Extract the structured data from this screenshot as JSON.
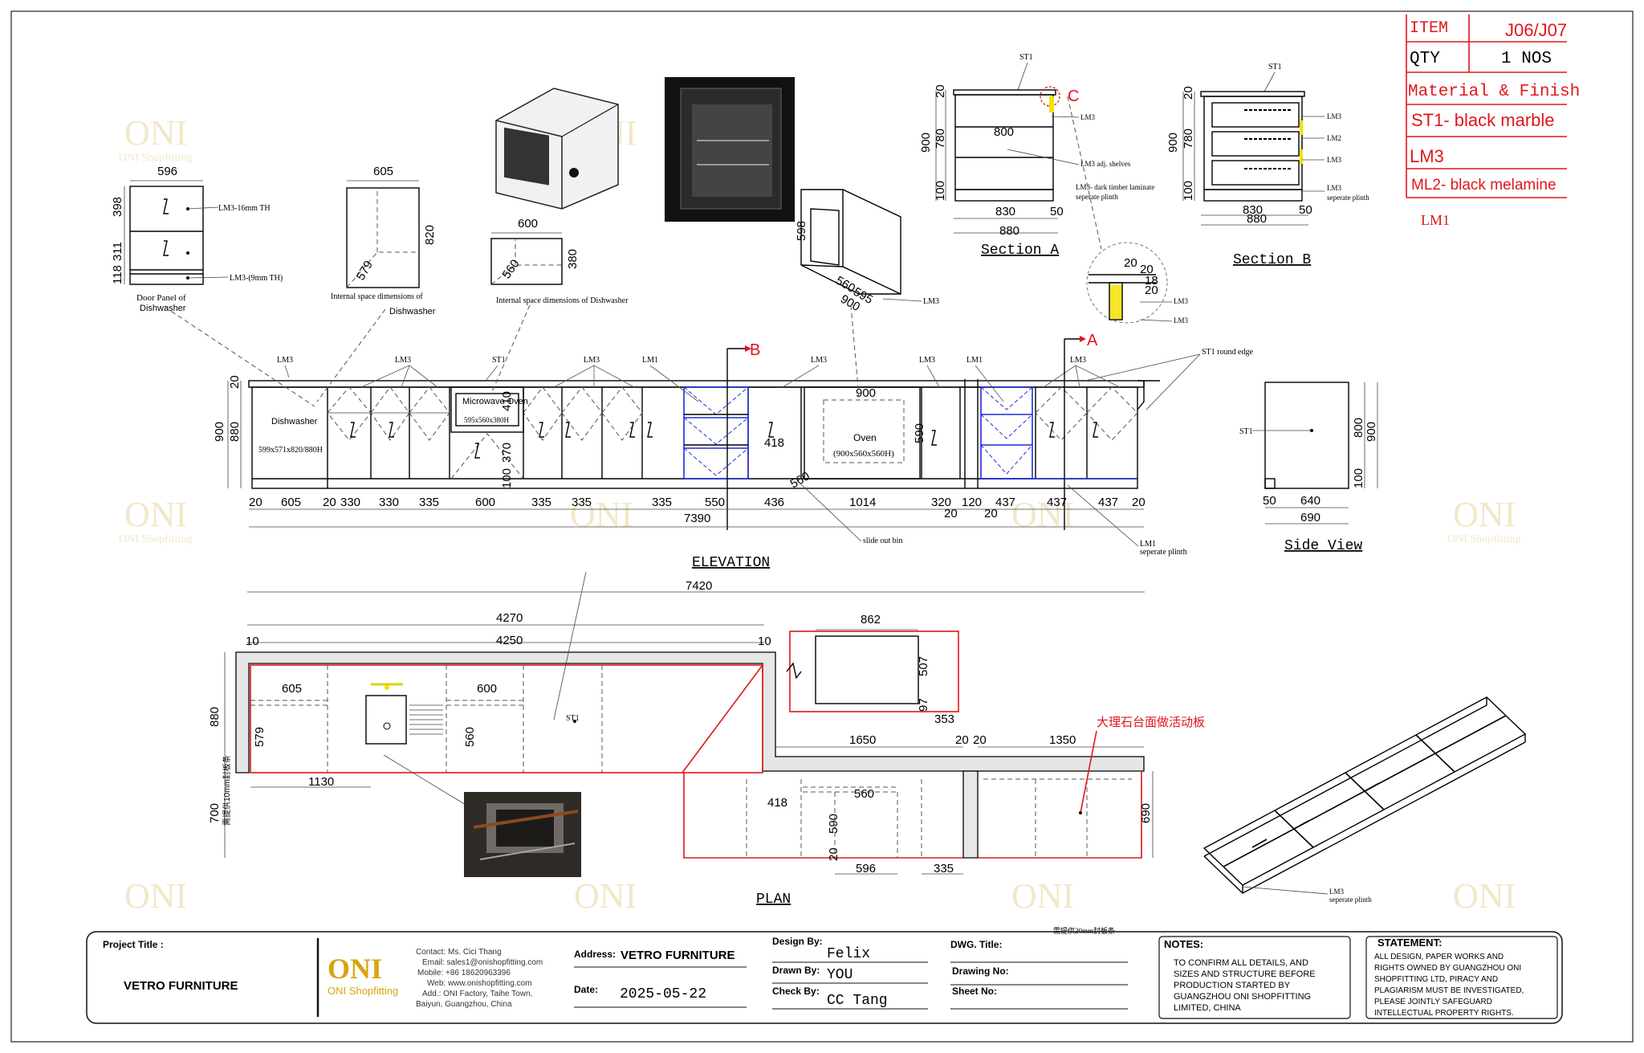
{
  "watermark": {
    "brand": "ONI",
    "sub": "ONI Shopfitting"
  },
  "info_table": {
    "item_label": "ITEM",
    "item_value": "J06/J07",
    "qty_label": "QTY",
    "qty_value": "1 NOS",
    "material_header": "Material & Finish",
    "st1": "ST1- black marble",
    "lm3": "LM3",
    "ml2": "ML2- black melamine",
    "lm1": "LM1"
  },
  "elevation": {
    "title": "ELEVATION",
    "total_width": "7390",
    "height_900": "900",
    "height_880": "880",
    "height_20": "20",
    "segments": [
      "20",
      "605",
      "20",
      "330",
      "330",
      "335",
      "600",
      "335",
      "335",
      "335",
      "550",
      "436",
      "1014",
      "320",
      "20",
      "120",
      "20",
      "437",
      "437",
      "437",
      "20"
    ],
    "labels": {
      "dishwasher": "Dishwasher",
      "dishwasher_size": "599x571x820/880H",
      "microwave": "Microwave Oven",
      "microwave_size": "595x560x380H",
      "oven": "Oven",
      "oven_size": "(900x560x560H)",
      "oven_w": "900",
      "slide_out_bin": "slide out bin",
      "st1_round_edge": "ST1 round edge",
      "lm1_plinth_1": "LM1",
      "lm1_plinth_2": "seperate plinth",
      "dim_370": "370",
      "dim_410": "410",
      "dim_100": "100",
      "dim_418": "418",
      "dim_560": "560",
      "dim_590": "590",
      "lm3": "LM3",
      "lm1": "LM1",
      "st1": "ST1"
    },
    "markers": {
      "b": "B",
      "a": "A",
      "c": "C"
    }
  },
  "dishwasher_panel": {
    "width": "596",
    "h1": "398",
    "h2": "311",
    "h3": "118",
    "note1": "LM3-16mm TH",
    "note2": "LM3-(9mm TH)",
    "caption1": "Door Panel of",
    "caption2": "Dishwasher"
  },
  "internal_605": {
    "width": "605",
    "height": "820",
    "depth": "579",
    "caption1": "Internal space dimensions of",
    "caption2": "Dishwasher"
  },
  "internal_600": {
    "width": "600",
    "height": "380",
    "depth": "560",
    "caption": "Internal space dimensions of Dishwasher"
  },
  "oven_iso": {
    "h": "598",
    "d": "560",
    "w": "595",
    "w2": "900",
    "lm3": "LM3"
  },
  "section_a": {
    "title": "Section A",
    "st1": "ST1",
    "h900": "900",
    "h780": "780",
    "h100": "100",
    "h20": "20",
    "w800": "800",
    "w830": "830",
    "w50": "50",
    "w880": "880",
    "note_lm3": "LM3",
    "note_shelves": "LM3 adj. shelves",
    "note_plinth1": "LM3- dark timber laminate",
    "note_plinth2": "seperate plinth"
  },
  "section_b": {
    "title": "Section B",
    "st1": "ST1",
    "h900": "900",
    "h780": "780",
    "h100": "100",
    "h20": "20",
    "w830": "830",
    "w50": "50",
    "w880": "880",
    "lm3a": "LM3",
    "lm2": "LM2",
    "lm3b": "LM3",
    "plinth1": "LM3",
    "plinth2": "seperate plinth"
  },
  "detail_c": {
    "d20a": "20",
    "d20b": "20",
    "d18": "18",
    "d20c": "20",
    "lm3a": "LM3",
    "lm3b": "LM3"
  },
  "side_view": {
    "title": "Side View",
    "st1": "ST1",
    "h900": "900",
    "h800": "800",
    "h100": "100",
    "w50": "50",
    "w640": "640",
    "w690": "690"
  },
  "plan": {
    "title": "PLAN",
    "total_7420": "7420",
    "dim_4270": "4270",
    "dim_4250": "4250",
    "dim_10a": "10",
    "dim_10b": "10",
    "dim_880": "880",
    "dim_605": "605",
    "dim_600": "600",
    "dim_579": "579",
    "dim_560": "560",
    "dim_1130": "1130",
    "dim_700": "700",
    "dim_1650": "1650",
    "dim_20a": "20",
    "dim_20b": "20",
    "dim_1350": "1350",
    "dim_418": "418",
    "dim_560b": "560",
    "dim_590": "590",
    "dim_20c": "20",
    "dim_596": "596",
    "dim_335": "335",
    "dim_690": "690",
    "dim_862": "862",
    "dim_507": "507",
    "dim_97": "97",
    "dim_353": "353",
    "st1": "ST1",
    "note_cn_marble": "大理石台面做活动板",
    "note_cn_10mm": "需提供10mm封板条",
    "note_cn_20mm": "需提供20mm封板条"
  },
  "drawer_tray": {
    "lm3": "LM3",
    "plinth": "seperate plinth"
  },
  "title_block": {
    "project_title_label": "Project Title :",
    "project_title": "VETRO FURNITURE",
    "logo": "ONI",
    "logo_sub": "ONI Shopfitting",
    "contact": "Contact:  Ms. Cici Thang",
    "email": "Email: sales1@onishopfitting.com",
    "mobile": "Mobile:  +86 18620963396",
    "web": "Web: www.onishopfitting.com",
    "add1": "Add.:  ONI Factory, Taihe Town,",
    "add2": "Baiyun, Guangzhou, China",
    "address_label": "Address:",
    "address_value": "VETRO FURNITURE",
    "date_label": "Date:",
    "date_value": "2025-05-22",
    "design_by_label": "Design By:",
    "design_by": "Felix",
    "drawn_by_label": "Drawn By:",
    "drawn_by": "YOU",
    "check_by_label": "Check By:",
    "check_by": "CC Tang",
    "dwg_title_label": "DWG. Title:",
    "drawing_no_label": "Drawing No:",
    "sheet_no_label": "Sheet No:",
    "notes_label": "NOTES:",
    "notes": [
      "TO CONFIRM ALL DETAILS, AND",
      "SIZES AND STRUCTURE BEFORE",
      "PRODUCTION STARTED BY",
      "GUANGZHOU ONI SHOPFITTING",
      "LIMITED, CHINA"
    ],
    "statement_label": "STATEMENT:",
    "statement": [
      "ALL DESIGN, PAPER WORKS AND",
      "RIGHTS OWNED BY GUANGZHOU ONI",
      "SHOPFITTING LTD, PIRACY AND",
      "PLAGIARISM MUST BE INVESTIGATED,",
      "PLEASE JOINTLY SAFEGUARD",
      "INTELLECTUAL PROPERTY RIGHTS."
    ]
  }
}
